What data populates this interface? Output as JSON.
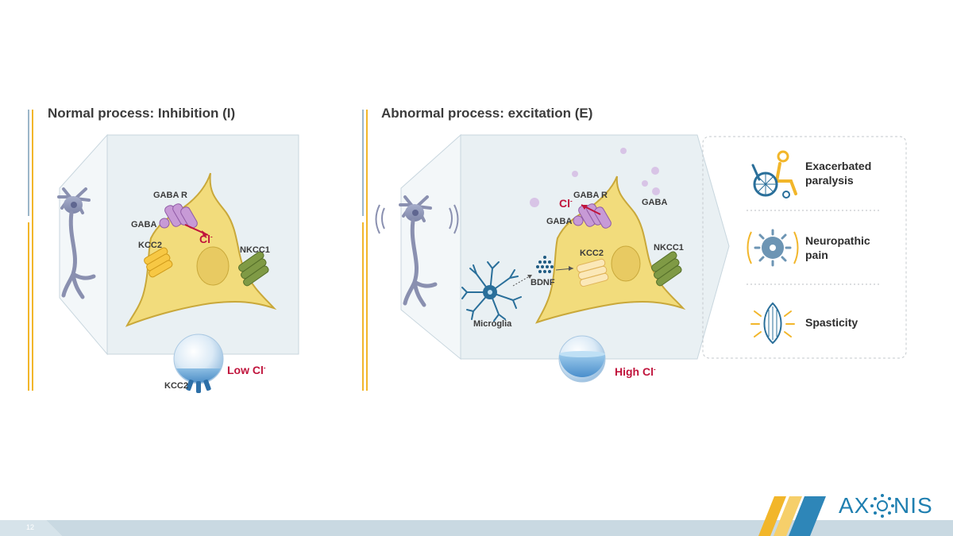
{
  "left_panel": {
    "title": "Normal process: Inhibition (I)",
    "labels": {
      "gaba_r": "GABA R",
      "gaba": "GABA",
      "cl": "Cl",
      "cl_sup": "-",
      "kcc2": "KCC2",
      "nkcc1": "NKCC1",
      "bulb_kcc2": "KCC2",
      "low_cl": "Low Cl",
      "low_cl_sup": "-"
    }
  },
  "right_panel": {
    "title": "Abnormal process: excitation (E)",
    "labels": {
      "gaba_r": "GABA R",
      "gaba": "GABA",
      "gaba_floating": "GABA",
      "cl": "Cl",
      "cl_sup": "-",
      "kcc2": "KCC2",
      "nkcc1": "NKCC1",
      "bdnf": "BDNF",
      "microglia": "Microglia",
      "high_cl": "High Cl",
      "high_cl_sup": "-"
    }
  },
  "outcomes": [
    {
      "label_line1": "Exacerbated",
      "label_line2": "paralysis",
      "icon": "wheelchair-icon"
    },
    {
      "label_line1": "Neuropathic",
      "label_line2": "pain",
      "icon": "nerve-pain-icon"
    },
    {
      "label_line1": "Spasticity",
      "label_line2": "",
      "icon": "muscle-icon"
    }
  ],
  "footer": {
    "page_number": "12",
    "logo_left": "AX",
    "logo_right": "NIS"
  },
  "colors": {
    "soma": "#f2dc7c",
    "soma_stroke": "#c9a83a",
    "panel_bg": "#e9f0f3",
    "accent_red": "#c0143c",
    "logo_blue": "#1f7fb0",
    "logo_gold": "#f2b62a"
  }
}
